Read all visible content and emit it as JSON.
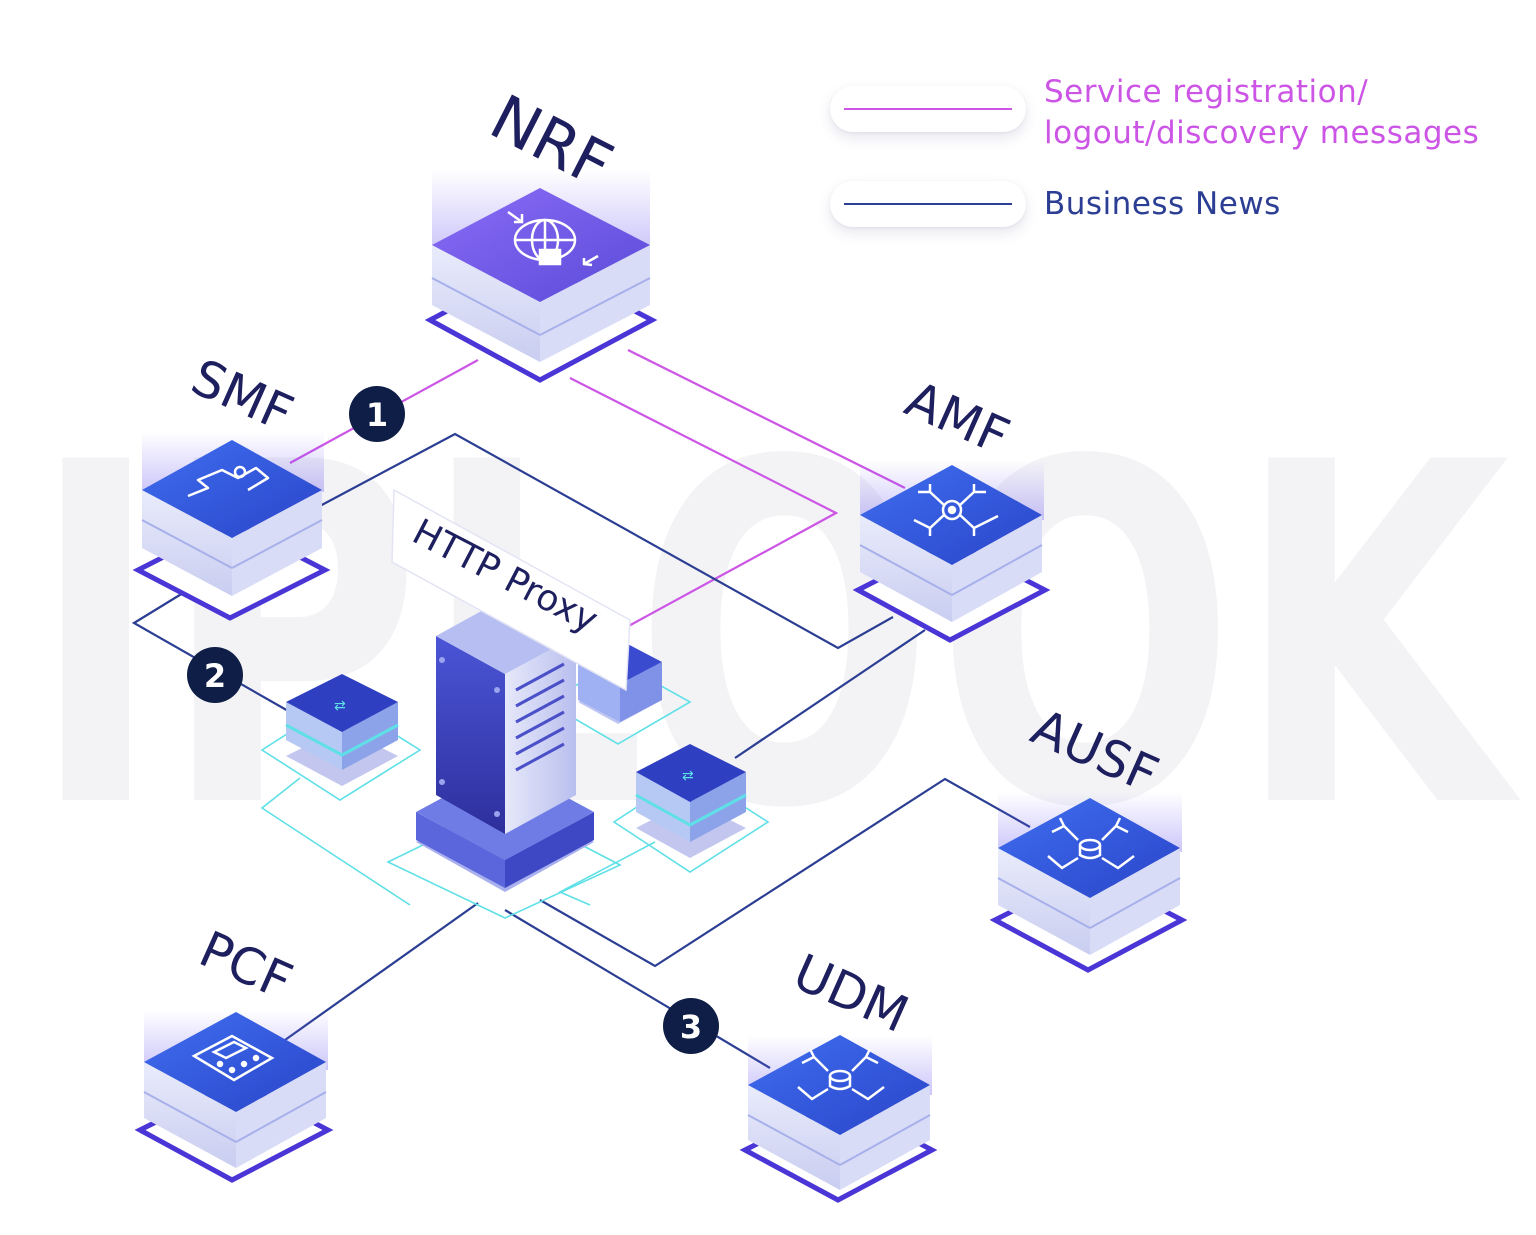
{
  "watermark": "IPLOOK",
  "legend": {
    "items": [
      {
        "text_lines": [
          "Service registration/",
          "logout/discovery messages"
        ],
        "color": "#cc55e6"
      },
      {
        "text_lines": [
          "Business News"
        ],
        "color": "#2b3e93"
      }
    ]
  },
  "nodes": {
    "nrf": {
      "label": "NRF",
      "icon": "globe-icon"
    },
    "smf": {
      "label": "SMF",
      "icon": "routing-path-icon"
    },
    "amf": {
      "label": "AMF",
      "icon": "gear-arrows-icon"
    },
    "ausf": {
      "label": "AUSF",
      "icon": "database-arrows-icon"
    },
    "pcf": {
      "label": "PCF",
      "icon": "calculator-icon"
    },
    "udm": {
      "label": "UDM",
      "icon": "database-arrows-icon"
    }
  },
  "proxy": {
    "label": "HTTP Proxy",
    "icon": "server-rack-icon"
  },
  "badges": [
    "1",
    "2",
    "3"
  ],
  "colors": {
    "signaling": "#cc55e6",
    "business": "#2b3e93",
    "proxy_mesh": "#5fe0e6",
    "badge": "#0f1e46",
    "label": "#1d1f5e"
  }
}
